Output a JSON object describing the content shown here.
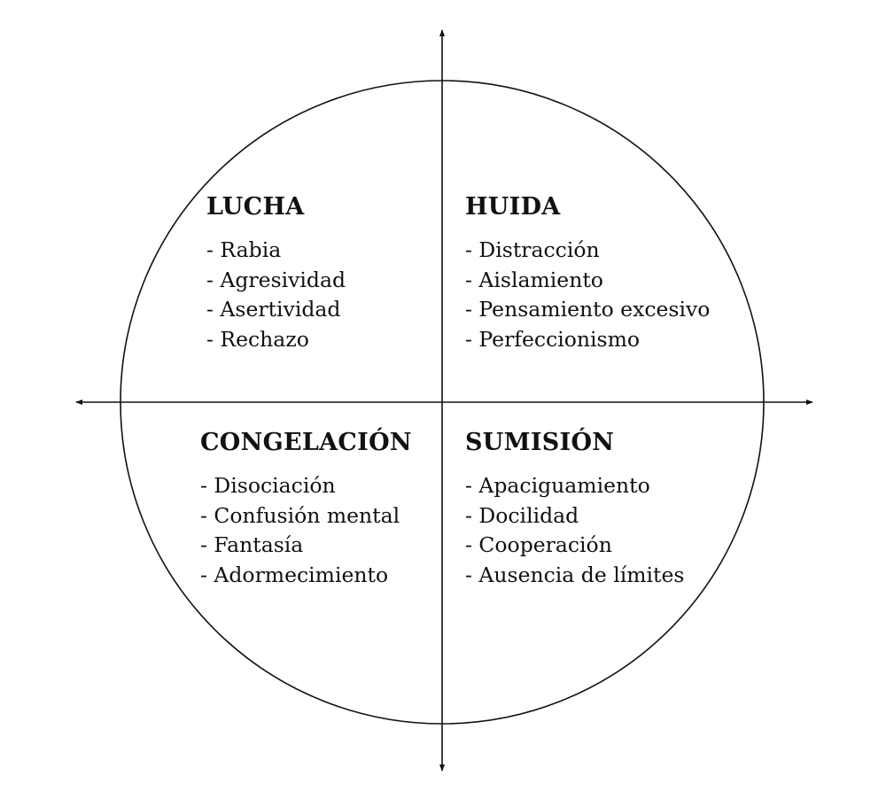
{
  "quadrants": {
    "lucha": {
      "title": "LUCHA",
      "items": [
        "- Rabia",
        "- Agresividad",
        "- Asertividad",
        "- Rechazo"
      ]
    },
    "huida": {
      "title": "HUIDA",
      "items": [
        "- Distracción",
        "- Aislamiento",
        "- Pensamiento excesivo",
        "- Perfeccionismo"
      ]
    },
    "congelacion": {
      "title": "CONGELACIÓN",
      "items": [
        "- Disociación",
        "- Confusión mental",
        "- Fantasía",
        "- Adormecimiento"
      ]
    },
    "sumision": {
      "title": "SUMISIÓN",
      "items": [
        "- Apaciguamiento",
        "- Docilidad",
        "- Cooperación",
        "- Ausencia de límites"
      ]
    }
  },
  "colors": {
    "stroke": "#111111",
    "text": "#111111",
    "background": "#ffffff"
  }
}
